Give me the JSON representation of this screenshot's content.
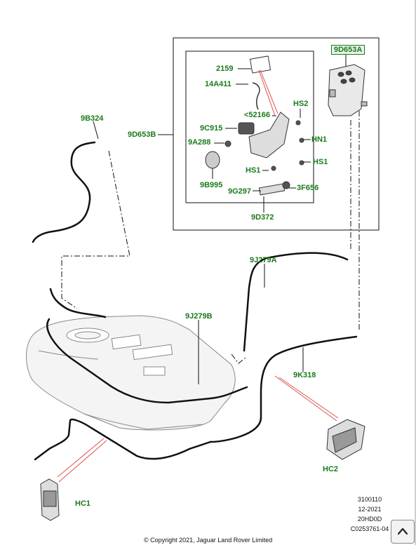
{
  "callouts": {
    "c_9D653A": "9D653A",
    "c_2159": "2159",
    "c_14A411": "14A411",
    "c_52166": "<52166",
    "c_HS2": "HS2",
    "c_9C915": "9C915",
    "c_9B324": "9B324",
    "c_9D653B": "9D653B",
    "c_9A288": "9A288",
    "c_HN1": "HN1",
    "c_HS1_right": "HS1",
    "c_HS1_left": "HS1",
    "c_9B995": "9B995",
    "c_3F656": "3F656",
    "c_9G297": "9G297",
    "c_9D372": "9D372",
    "c_9J279A": "9J279A",
    "c_9J279B": "9J279B",
    "c_9K318": "9K318",
    "c_HC2": "HC2",
    "c_HC1": "HC1"
  },
  "meta": {
    "line1": "3100110",
    "line2": "12-2021",
    "line3": "20HD0D",
    "line4": "C0253761-04"
  },
  "copyright": "© Copyright 2021, Jaguar Land Rover Limited",
  "scroll_top_icon": "chevron-up-icon",
  "colors": {
    "callout_green": "#1a7a1a",
    "leader_red": "#e05050",
    "line_black": "#111111"
  }
}
